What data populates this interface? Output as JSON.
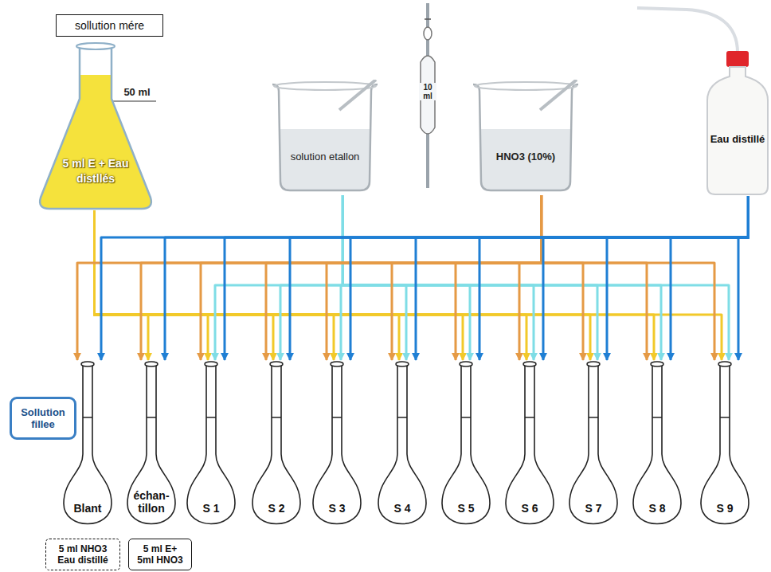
{
  "diagram": {
    "nodes": [
      {
        "text": [
          "sollution mére"
        ]
      },
      {
        "text": [
          "5 ml E + Eau distllés"
        ]
      },
      {
        "text": [
          "solution etallon"
        ]
      },
      {
        "text": [
          "HNO3 (10%)"
        ]
      },
      {
        "text": [
          "Eau distillé"
        ]
      },
      {
        "text": [
          "Sollution fillee"
        ]
      },
      {
        "text": [
          "Blant"
        ]
      },
      {
        "text": [
          "échan- tillon"
        ]
      },
      {
        "text": [
          "S 1"
        ]
      },
      {
        "text": [
          "S 2"
        ]
      },
      {
        "text": [
          "S 3"
        ]
      },
      {
        "text": [
          "S 4"
        ]
      },
      {
        "text": [
          "S 5"
        ]
      },
      {
        "text": [
          "S 6"
        ]
      },
      {
        "text": [
          "S 7"
        ]
      },
      {
        "text": [
          "S 8"
        ]
      },
      {
        "text": [
          "S 9"
        ]
      },
      {
        "text": [
          "5 ml NHO3 Eau distillé"
        ]
      },
      {
        "text": [
          "5 ml E+ 5ml HNO3"
        ]
      }
    ],
    "edges": [
      {
        "from": 1,
        "to": 7,
        "arrow": "to"
      },
      {
        "from": 1,
        "to": 8,
        "arrow": "to"
      },
      {
        "from": 1,
        "to": 9,
        "arrow": "to"
      },
      {
        "from": 1,
        "to": 10,
        "arrow": "to"
      },
      {
        "from": 1,
        "to": 11,
        "arrow": "to"
      },
      {
        "from": 1,
        "to": 12,
        "arrow": "to"
      },
      {
        "from": 1,
        "to": 13,
        "arrow": "to"
      },
      {
        "from": 1,
        "to": 14,
        "arrow": "to"
      },
      {
        "from": 1,
        "to": 15,
        "arrow": "to"
      },
      {
        "from": 1,
        "to": 16,
        "arrow": "to"
      },
      {
        "from": 2,
        "to": 8,
        "arrow": "to"
      },
      {
        "from": 2,
        "to": 9,
        "arrow": "to"
      },
      {
        "from": 2,
        "to": 10,
        "arrow": "to"
      },
      {
        "from": 2,
        "to": 11,
        "arrow": "to"
      },
      {
        "from": 2,
        "to": 12,
        "arrow": "to"
      },
      {
        "from": 2,
        "to": 13,
        "arrow": "to"
      },
      {
        "from": 2,
        "to": 14,
        "arrow": "to"
      },
      {
        "from": 2,
        "to": 15,
        "arrow": "to"
      },
      {
        "from": 2,
        "to": 16,
        "arrow": "to"
      },
      {
        "from": 3,
        "to": 6,
        "arrow": "to"
      },
      {
        "from": 3,
        "to": 7,
        "arrow": "to"
      },
      {
        "from": 3,
        "to": 8,
        "arrow": "to"
      },
      {
        "from": 3,
        "to": 9,
        "arrow": "to"
      },
      {
        "from": 3,
        "to": 10,
        "arrow": "to"
      },
      {
        "from": 3,
        "to": 11,
        "arrow": "to"
      },
      {
        "from": 3,
        "to": 12,
        "arrow": "to"
      },
      {
        "from": 3,
        "to": 13,
        "arrow": "to"
      },
      {
        "from": 3,
        "to": 14,
        "arrow": "to"
      },
      {
        "from": 3,
        "to": 15,
        "arrow": "to"
      },
      {
        "from": 3,
        "to": 16,
        "arrow": "to"
      },
      {
        "from": 4,
        "to": 6,
        "arrow": "to"
      },
      {
        "from": 4,
        "to": 7,
        "arrow": "to"
      },
      {
        "from": 4,
        "to": 8,
        "arrow": "to"
      },
      {
        "from": 4,
        "to": 9,
        "arrow": "to"
      },
      {
        "from": 4,
        "to": 10,
        "arrow": "to"
      },
      {
        "from": 4,
        "to": 11,
        "arrow": "to"
      },
      {
        "from": 4,
        "to": 12,
        "arrow": "to"
      },
      {
        "from": 4,
        "to": 13,
        "arrow": "to"
      },
      {
        "from": 4,
        "to": 14,
        "arrow": "to"
      },
      {
        "from": 4,
        "to": 15,
        "arrow": "to"
      },
      {
        "from": 4,
        "to": 16,
        "arrow": "to"
      }
    ],
    "labels": [
      "50 ml",
      "10 ml"
    ]
  }
}
